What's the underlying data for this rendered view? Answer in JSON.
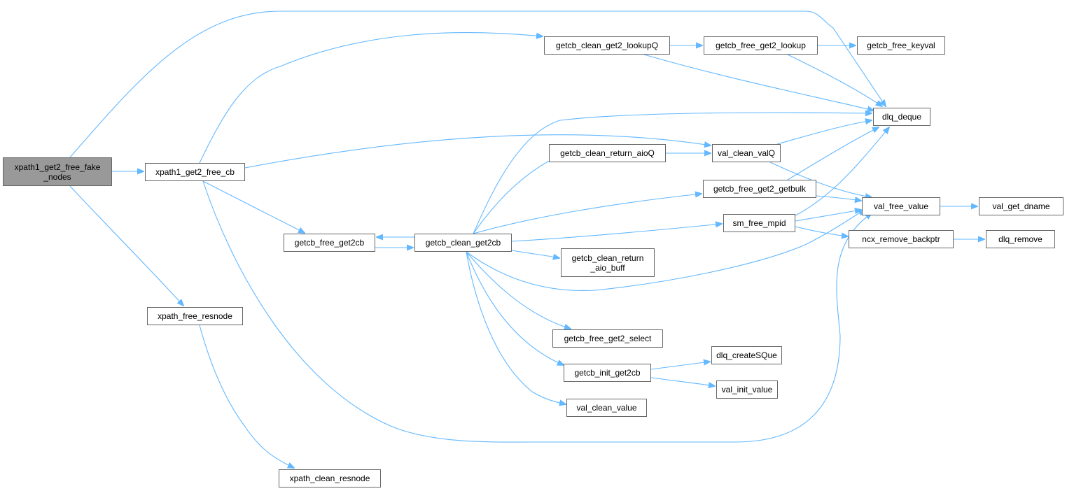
{
  "graph": {
    "title": "Call graph for xpath1_get2_free_fake_nodes",
    "colors": {
      "edge": "#63b8ff",
      "root_fill": "#999999",
      "node_border": "#666666",
      "node_fill": "#ffffff"
    },
    "nodes": [
      {
        "id": "root",
        "label": "xpath1_get2_free_fake\n_nodes",
        "root": true
      },
      {
        "id": "xpath1_get2_free_cb",
        "label": "xpath1_get2_free_cb"
      },
      {
        "id": "xpath_free_resnode",
        "label": "xpath_free_resnode"
      },
      {
        "id": "xpath_clean_resnode",
        "label": "xpath_clean_resnode"
      },
      {
        "id": "getcb_clean_get2_lookupQ",
        "label": "getcb_clean_get2_lookupQ"
      },
      {
        "id": "getcb_free_get2_lookup",
        "label": "getcb_free_get2_lookup"
      },
      {
        "id": "getcb_free_keyval",
        "label": "getcb_free_keyval"
      },
      {
        "id": "dlq_deque",
        "label": "dlq_deque"
      },
      {
        "id": "getcb_free_get2cb",
        "label": "getcb_free_get2cb"
      },
      {
        "id": "getcb_clean_get2cb",
        "label": "getcb_clean_get2cb"
      },
      {
        "id": "getcb_clean_return_aioQ",
        "label": "getcb_clean_return_aioQ"
      },
      {
        "id": "val_clean_valQ",
        "label": "val_clean_valQ"
      },
      {
        "id": "getcb_free_get2_getbulk",
        "label": "getcb_free_get2_getbulk"
      },
      {
        "id": "sm_free_mpid",
        "label": "sm_free_mpid"
      },
      {
        "id": "val_free_value",
        "label": "val_free_value"
      },
      {
        "id": "val_get_dname",
        "label": "val_get_dname"
      },
      {
        "id": "ncx_remove_backptr",
        "label": "ncx_remove_backptr"
      },
      {
        "id": "dlq_remove",
        "label": "dlq_remove"
      },
      {
        "id": "getcb_clean_return_aio_buff",
        "label": "getcb_clean_return\n_aio_buff"
      },
      {
        "id": "getcb_free_get2_select",
        "label": "getcb_free_get2_select"
      },
      {
        "id": "getcb_init_get2cb",
        "label": "getcb_init_get2cb"
      },
      {
        "id": "dlq_createSQue",
        "label": "dlq_createSQue"
      },
      {
        "id": "val_init_value",
        "label": "val_init_value"
      },
      {
        "id": "val_clean_value",
        "label": "val_clean_value"
      }
    ],
    "edges": [
      [
        "root",
        "xpath1_get2_free_cb"
      ],
      [
        "root",
        "xpath_free_resnode"
      ],
      [
        "root",
        "dlq_deque"
      ],
      [
        "xpath1_get2_free_cb",
        "getcb_clean_get2_lookupQ"
      ],
      [
        "xpath1_get2_free_cb",
        "val_clean_valQ"
      ],
      [
        "xpath1_get2_free_cb",
        "getcb_free_get2cb"
      ],
      [
        "xpath1_get2_free_cb",
        "val_free_value"
      ],
      [
        "xpath_free_resnode",
        "xpath_clean_resnode"
      ],
      [
        "getcb_clean_get2_lookupQ",
        "getcb_free_get2_lookup"
      ],
      [
        "getcb_clean_get2_lookupQ",
        "dlq_deque"
      ],
      [
        "getcb_free_get2_lookup",
        "getcb_free_keyval"
      ],
      [
        "getcb_free_get2_lookup",
        "dlq_deque"
      ],
      [
        "getcb_free_get2cb",
        "getcb_clean_get2cb"
      ],
      [
        "getcb_clean_get2cb",
        "getcb_free_get2cb"
      ],
      [
        "getcb_clean_get2cb",
        "dlq_deque"
      ],
      [
        "getcb_clean_get2cb",
        "getcb_clean_return_aioQ"
      ],
      [
        "getcb_clean_get2cb",
        "getcb_free_get2_getbulk"
      ],
      [
        "getcb_clean_get2cb",
        "sm_free_mpid"
      ],
      [
        "getcb_clean_get2cb",
        "getcb_clean_return_aio_buff"
      ],
      [
        "getcb_clean_get2cb",
        "val_free_value"
      ],
      [
        "getcb_clean_get2cb",
        "getcb_free_get2_select"
      ],
      [
        "getcb_clean_get2cb",
        "getcb_init_get2cb"
      ],
      [
        "getcb_clean_get2cb",
        "val_clean_value"
      ],
      [
        "getcb_clean_return_aioQ",
        "val_clean_valQ"
      ],
      [
        "val_clean_valQ",
        "dlq_deque"
      ],
      [
        "val_clean_valQ",
        "val_free_value"
      ],
      [
        "getcb_free_get2_getbulk",
        "dlq_deque"
      ],
      [
        "getcb_free_get2_getbulk",
        "val_free_value"
      ],
      [
        "sm_free_mpid",
        "dlq_deque"
      ],
      [
        "sm_free_mpid",
        "val_free_value"
      ],
      [
        "sm_free_mpid",
        "ncx_remove_backptr"
      ],
      [
        "val_free_value",
        "val_get_dname"
      ],
      [
        "ncx_remove_backptr",
        "dlq_remove"
      ],
      [
        "getcb_init_get2cb",
        "dlq_createSQue"
      ],
      [
        "getcb_init_get2cb",
        "val_init_value"
      ]
    ]
  }
}
